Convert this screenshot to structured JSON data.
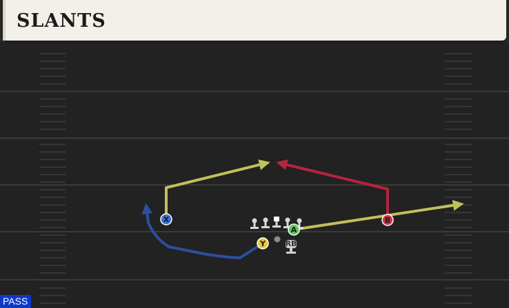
{
  "play": {
    "title": "SLANTS",
    "type": "PASS"
  },
  "players": {
    "x": {
      "label": "X",
      "color": "#3c73d6"
    },
    "y": {
      "label": "Y",
      "color": "#e8c840"
    },
    "a": {
      "label": "A",
      "color": "#5cc95a"
    },
    "b": {
      "label": "B",
      "color": "#d8323f"
    },
    "rb": {
      "label": "RB"
    }
  },
  "routes": {
    "x": "#c2c05a",
    "y": "#2c4f9e",
    "a": "#c2c05a",
    "b": "#b8233b"
  },
  "colors": {
    "field": "#222222",
    "yard_line": "#3a3a3a",
    "badge": "#1139c8"
  }
}
